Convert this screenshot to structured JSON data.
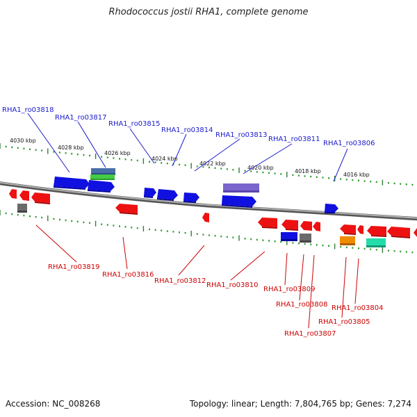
{
  "title": "Rhodococcus jostii RHA1, complete genome",
  "footer": {
    "accession": "Accession: NC_008268",
    "summary": "Topology: linear; Length: 7,804,765 bp; Genes: 7,274"
  },
  "colors": {
    "forward_label": "#1a1acc",
    "reverse_label": "#cc0000",
    "backbone": "#808080",
    "tick_major": "#2e7d32",
    "tick_minor": "#2e9a2e"
  },
  "scale_ticks": [
    "4030 kbp",
    "4028 kbp",
    "4026 kbp",
    "4024 kbp",
    "4022 kbp",
    "4020 kbp",
    "4018 kbp",
    "4016 kbp"
  ],
  "labels_top": [
    "RHA1_ro03818",
    "RHA1_ro03817",
    "RHA1_ro03815",
    "RHA1_ro03814",
    "RHA1_ro03813",
    "RHA1_ro03811",
    "RHA1_ro03806"
  ],
  "labels_bottom": [
    "RHA1_ro03819",
    "RHA1_ro03816",
    "RHA1_ro03812",
    "RHA1_ro03810",
    "RHA1_ro03809",
    "RHA1_ro03808",
    "RHA1_ro03807",
    "RHA1_ro03804",
    "RHA1_ro03805"
  ],
  "feature_colors": {
    "forward": "#1010e0",
    "reverse": "#ee1111",
    "grey": "#6a6a6a",
    "steel": "#4a6fa8",
    "green": "#44cc44",
    "purple": "#7a66cc",
    "orange": "#f08a00",
    "teal": "#22ddaa"
  }
}
